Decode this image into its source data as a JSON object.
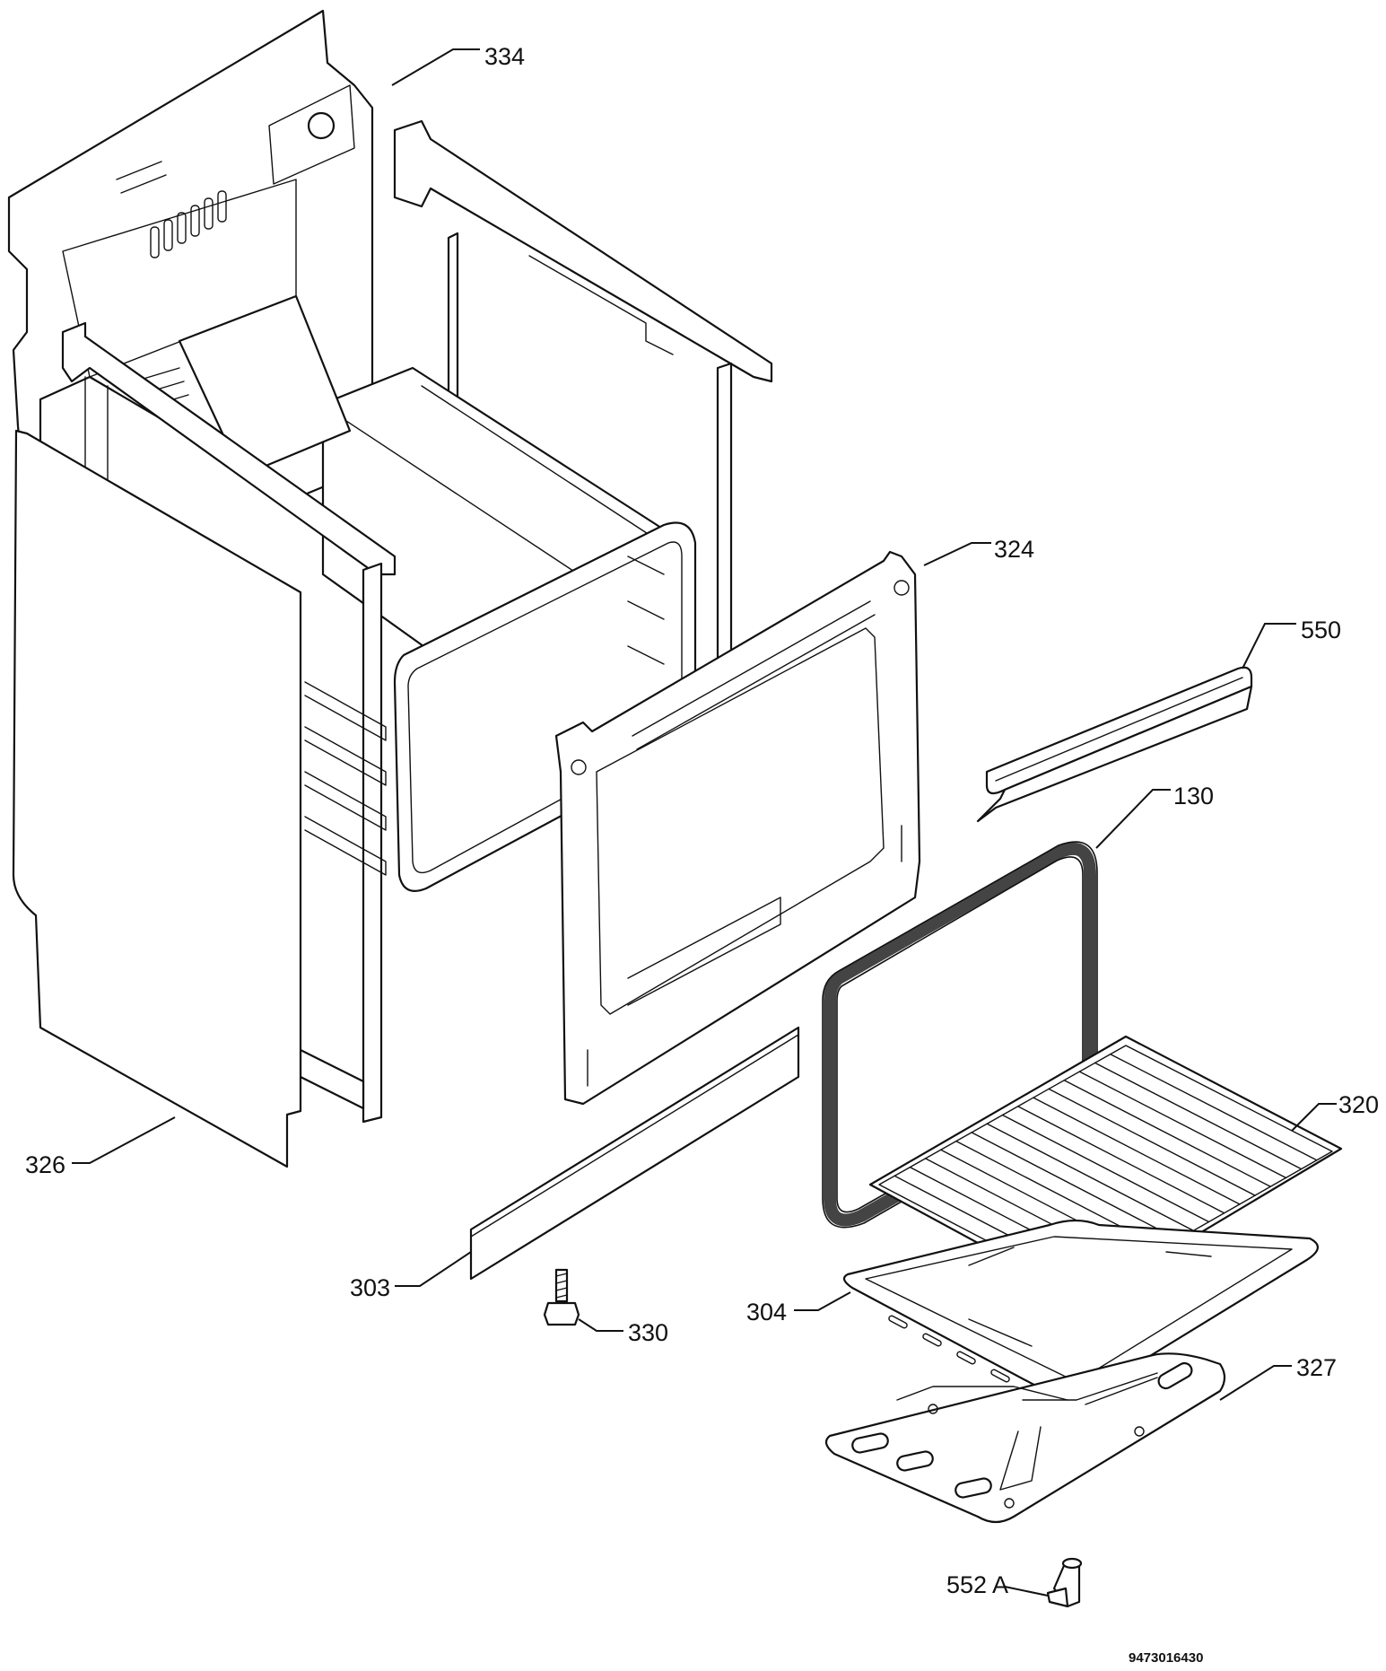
{
  "diagram": {
    "callouts": [
      {
        "id": "p334",
        "label": "334"
      },
      {
        "id": "p324",
        "label": "324"
      },
      {
        "id": "p550",
        "label": "550"
      },
      {
        "id": "p130",
        "label": "130"
      },
      {
        "id": "p320",
        "label": "320"
      },
      {
        "id": "p326",
        "label": "326"
      },
      {
        "id": "p303",
        "label": "303"
      },
      {
        "id": "p330",
        "label": "330"
      },
      {
        "id": "p304",
        "label": "304"
      },
      {
        "id": "p327",
        "label": "327"
      },
      {
        "id": "p552a",
        "label": "552 A"
      }
    ],
    "document_number": "9473016430"
  }
}
